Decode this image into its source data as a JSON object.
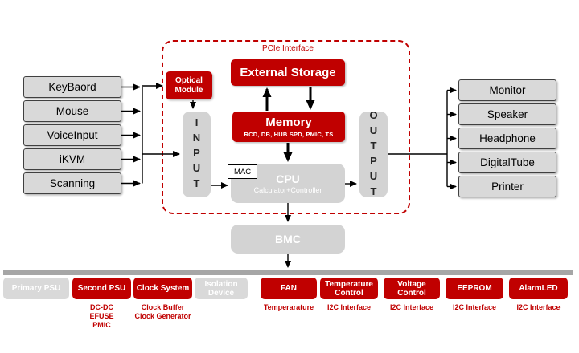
{
  "colors": {
    "accent_red": "#C00000",
    "device_gray": "#D9D9D9",
    "block_gray": "#D3D3D3",
    "bus_bar_gray": "#A6A6A6"
  },
  "left_devices": [
    {
      "label": "KeyBaord"
    },
    {
      "label": "Mouse"
    },
    {
      "label": "VoiceInput"
    },
    {
      "label": "iKVM"
    },
    {
      "label": "Scanning"
    }
  ],
  "right_devices": [
    {
      "label": "Monitor"
    },
    {
      "label": "Speaker"
    },
    {
      "label": "Headphone"
    },
    {
      "label": "DigitalTube"
    },
    {
      "label": "Printer"
    }
  ],
  "core": {
    "pcie_label": "PCIe Interface",
    "optical_module_label": "Optical Module",
    "external_storage_label": "External Storage",
    "memory_title": "Memory",
    "memory_subtitle": "RCD, DB, HUB SPD, PMIC, TS",
    "input_label": "INPUT",
    "mac_label": "MAC",
    "cpu_title": "CPU",
    "cpu_subtitle": "Calculator+Controller",
    "output_label": "OUTPUT",
    "bmc_label": "BMC"
  },
  "bottom_row": [
    {
      "label": "Primary PSU",
      "variant": "gray",
      "sub": []
    },
    {
      "label": "Second PSU",
      "variant": "red",
      "sub": [
        "DC-DC",
        "EFUSE",
        "PMIC"
      ]
    },
    {
      "label": "Clock System",
      "variant": "red",
      "sub": [
        "Clock Buffer",
        "Clock Generator"
      ]
    },
    {
      "label": "Isolation Device",
      "variant": "gray",
      "sub": []
    },
    {
      "label": "FAN",
      "variant": "red",
      "sub": [
        "Temperarature"
      ]
    },
    {
      "label": "Temperature Control",
      "variant": "red",
      "sub": [
        "I2C Interface"
      ]
    },
    {
      "label": "Voltage Control",
      "variant": "red",
      "sub": [
        "I2C Interface"
      ]
    },
    {
      "label": "EEPROM",
      "variant": "red",
      "sub": [
        "I2C Interface"
      ]
    },
    {
      "label": "AlarmLED",
      "variant": "red",
      "sub": [
        "I2C Interface"
      ]
    }
  ]
}
